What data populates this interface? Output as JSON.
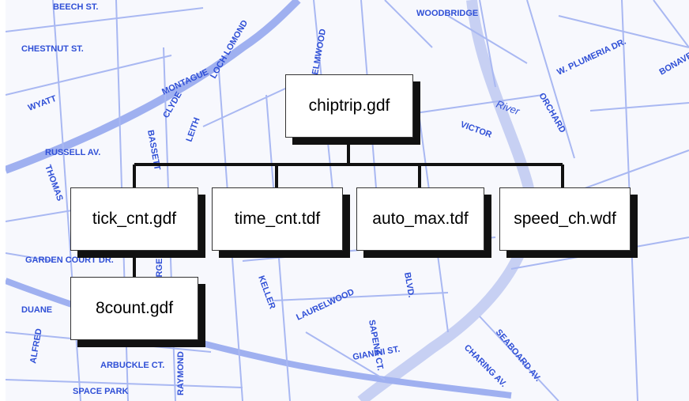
{
  "diagram": {
    "root": {
      "label": "chiptrip.gdf"
    },
    "children": [
      {
        "label": "tick_cnt.gdf"
      },
      {
        "label": "time_cnt.tdf"
      },
      {
        "label": "auto_max.tdf"
      },
      {
        "label": "speed_ch.wdf"
      }
    ],
    "grandchild": {
      "label": "8count.gdf",
      "parent": "tick_cnt.gdf"
    }
  },
  "map": {
    "labels": [
      "BEECH ST.",
      "CHESTNUT ST.",
      "WYATT",
      "RUSSELL AV.",
      "THOMAS",
      "GARDEN COURT DR.",
      "DUANE",
      "ALFRED",
      "SPACE PARK",
      "ARBUCKLE CT.",
      "RAYMOND",
      "GEORGE",
      "MONTAGUE",
      "BASSETT",
      "CLYDE",
      "LEITH",
      "LOCH LOMOND",
      "KELLER",
      "LAURELWOOD",
      "BLVD.",
      "SAPENA CT.",
      "GIANINI ST.",
      "ORCHARD",
      "W. PLUMERIA DR.",
      "WOODBRIDGE",
      "BONAVENTURA",
      "River",
      "CHARING AV.",
      "SEABOARD AV.",
      "VICTOR",
      "ELMWOOD"
    ],
    "colors": {
      "background": "#f7f8fd",
      "street": "#9fb0f0",
      "label": "#2f4fd6",
      "river": "#c7d0f3"
    }
  }
}
